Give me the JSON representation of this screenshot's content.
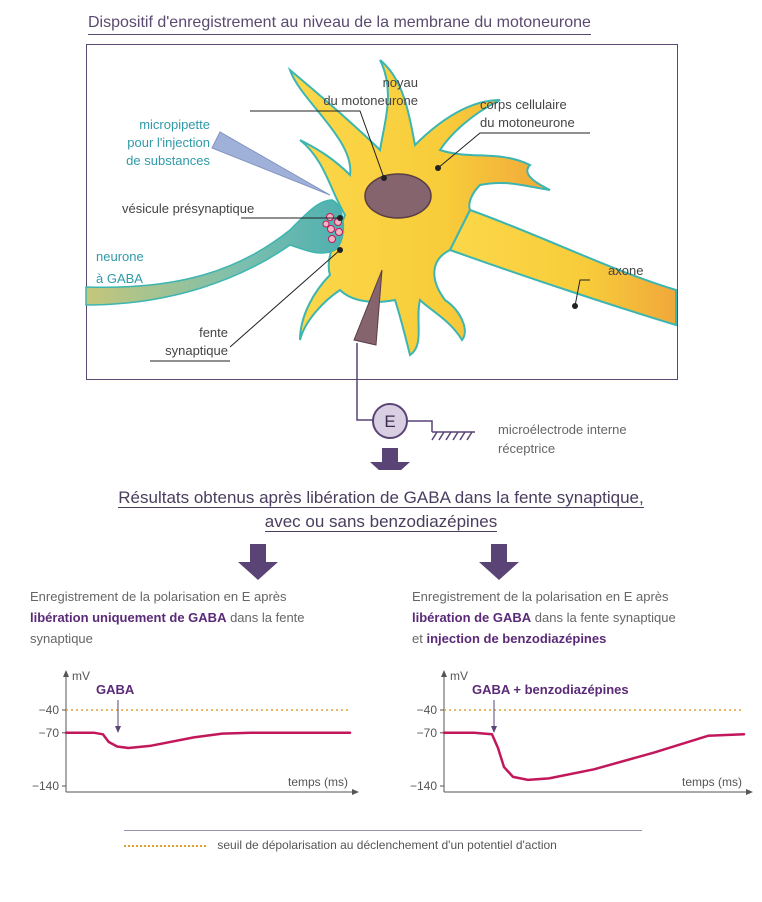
{
  "diagram": {
    "title": "Dispositif d'enregistrement au niveau de la membrane du motoneurone",
    "labels": {
      "noyau": [
        "noyau",
        "du motoneurone"
      ],
      "corps": [
        "corps cellulaire",
        "du motoneurone"
      ],
      "micropipette": [
        "micropipette",
        "pour l'injection",
        "de substances"
      ],
      "vesicule": "vésicule présynaptique",
      "neurone": [
        "neurone",
        "à GABA"
      ],
      "axone": "axone",
      "fente": [
        "fente",
        "synaptique"
      ],
      "microelectrode": [
        "microélectrode interne",
        "réceptrice"
      ],
      "electrode_letter": "E"
    }
  },
  "results": {
    "line1": "Résultats obtenus après libération de GABA dans la fente synaptique,",
    "line2": "avec ou sans benzodiazépines"
  },
  "panels": {
    "left": {
      "desc_pre": "Enregistrement de la polarisation en E après",
      "desc_bold": "libération uniquement de GABA",
      "desc_post": " dans la fente synaptique"
    },
    "right": {
      "desc_pre": "Enregistrement de la polarisation en E après",
      "desc_bold1": "libération de GABA",
      "desc_mid": " dans la fente synaptique",
      "desc_and": "et ",
      "desc_bold2": "injection de benzodiazépines"
    }
  },
  "chart_data": [
    {
      "type": "line",
      "ylabel": "mV",
      "xlabel": "temps (ms)",
      "yticks": [
        -40,
        -70,
        -140
      ],
      "threshold": -40,
      "annotation": "GABA",
      "annotation_plus": "",
      "series": [
        {
          "x": [
            0,
            10,
            13,
            15,
            18,
            22,
            30,
            45,
            55,
            65,
            80,
            100
          ],
          "y": [
            -70,
            -70,
            -72,
            -82,
            -88,
            -90,
            -87,
            -76,
            -71,
            -70,
            -70,
            -70
          ]
        }
      ]
    },
    {
      "type": "line",
      "ylabel": "mV",
      "xlabel": "temps (ms)",
      "yticks": [
        -40,
        -70,
        -140
      ],
      "threshold": -40,
      "annotation": "GABA",
      "annotation_plus": "+ benzodiazépines",
      "series": [
        {
          "x": [
            0,
            10,
            16,
            18,
            20,
            23,
            28,
            35,
            50,
            70,
            88,
            100
          ],
          "y": [
            -70,
            -70,
            -72,
            -90,
            -115,
            -128,
            -132,
            -130,
            -118,
            -96,
            -74,
            -72
          ]
        }
      ]
    }
  ],
  "legend": {
    "threshold_label": "seuil de dépolarisation au déclenchement d'un potentiel d'action"
  },
  "colors": {
    "curve": "#c2185b",
    "threshold": "#e0a030",
    "neuron_fill": "#f7cf3a",
    "neuron_outline": "#3db5b0",
    "purple": "#5a4475"
  }
}
